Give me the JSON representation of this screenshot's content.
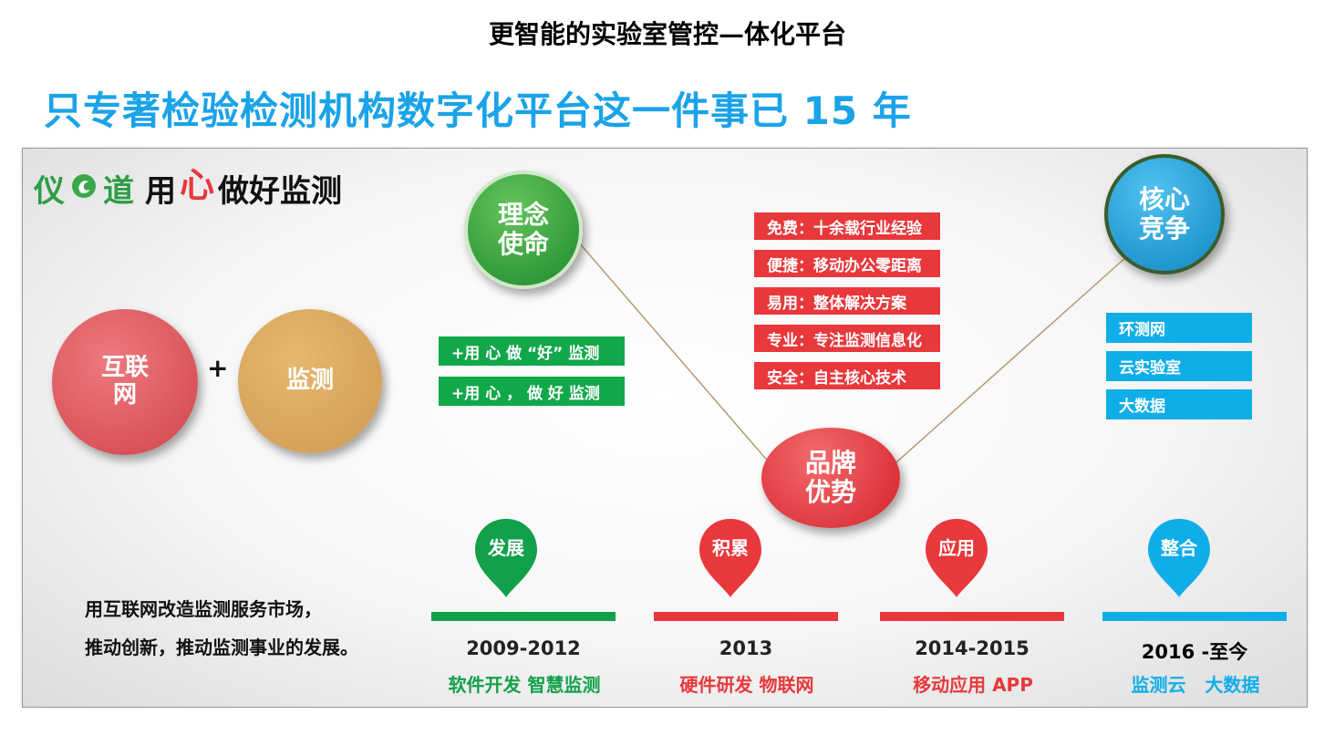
{
  "page": {
    "top_title": "更智能的实验室管控—体化平台",
    "headline": "只专著检验检测机构数字化平台这一件事已 15 年"
  },
  "logo": {
    "brand": "仪",
    "brand2": "道",
    "text_a": "用",
    "heart_char": "心",
    "text_b": "做好监测"
  },
  "formula": {
    "left_line1": "互联",
    "left_line2": "网",
    "plus": "+",
    "right": "监测"
  },
  "balls": {
    "mission_line1": "理念",
    "mission_line2": "使命",
    "core_line1": "核心",
    "core_line2": "竞争",
    "brand_line1": "品牌",
    "brand_line2": "优势"
  },
  "mission_tags": [
    "+用 心 做 “好” 监测",
    "+用 心 ， 做 好 监测"
  ],
  "advantage_tags": [
    "免费：十余载行业经验",
    "便捷：移动办公零距离",
    "易用：整体解决方案",
    "专业：专注监测信息化",
    "安全：自主核心技术"
  ],
  "core_tags": [
    "环测网",
    "云实验室",
    "大数据"
  ],
  "description": {
    "line1": "用互联网改造监测服务市场，",
    "line2": "推动创新，推动监测事业的发展。"
  },
  "timeline": [
    {
      "stage": "发展",
      "years": "2009-2012",
      "focus": "软件开发 智慧监测",
      "color": "#12a04a"
    },
    {
      "stage": "积累",
      "years": "2013",
      "focus": "硬件研发 物联网",
      "color": "#e8383c"
    },
    {
      "stage": "应用",
      "years": "2014-2015",
      "focus": "移动应用 APP",
      "color": "#e8383c"
    },
    {
      "stage": "整合",
      "years": "2016 -至今",
      "focus": "监测云   大数据",
      "color": "#10aee8"
    }
  ]
}
